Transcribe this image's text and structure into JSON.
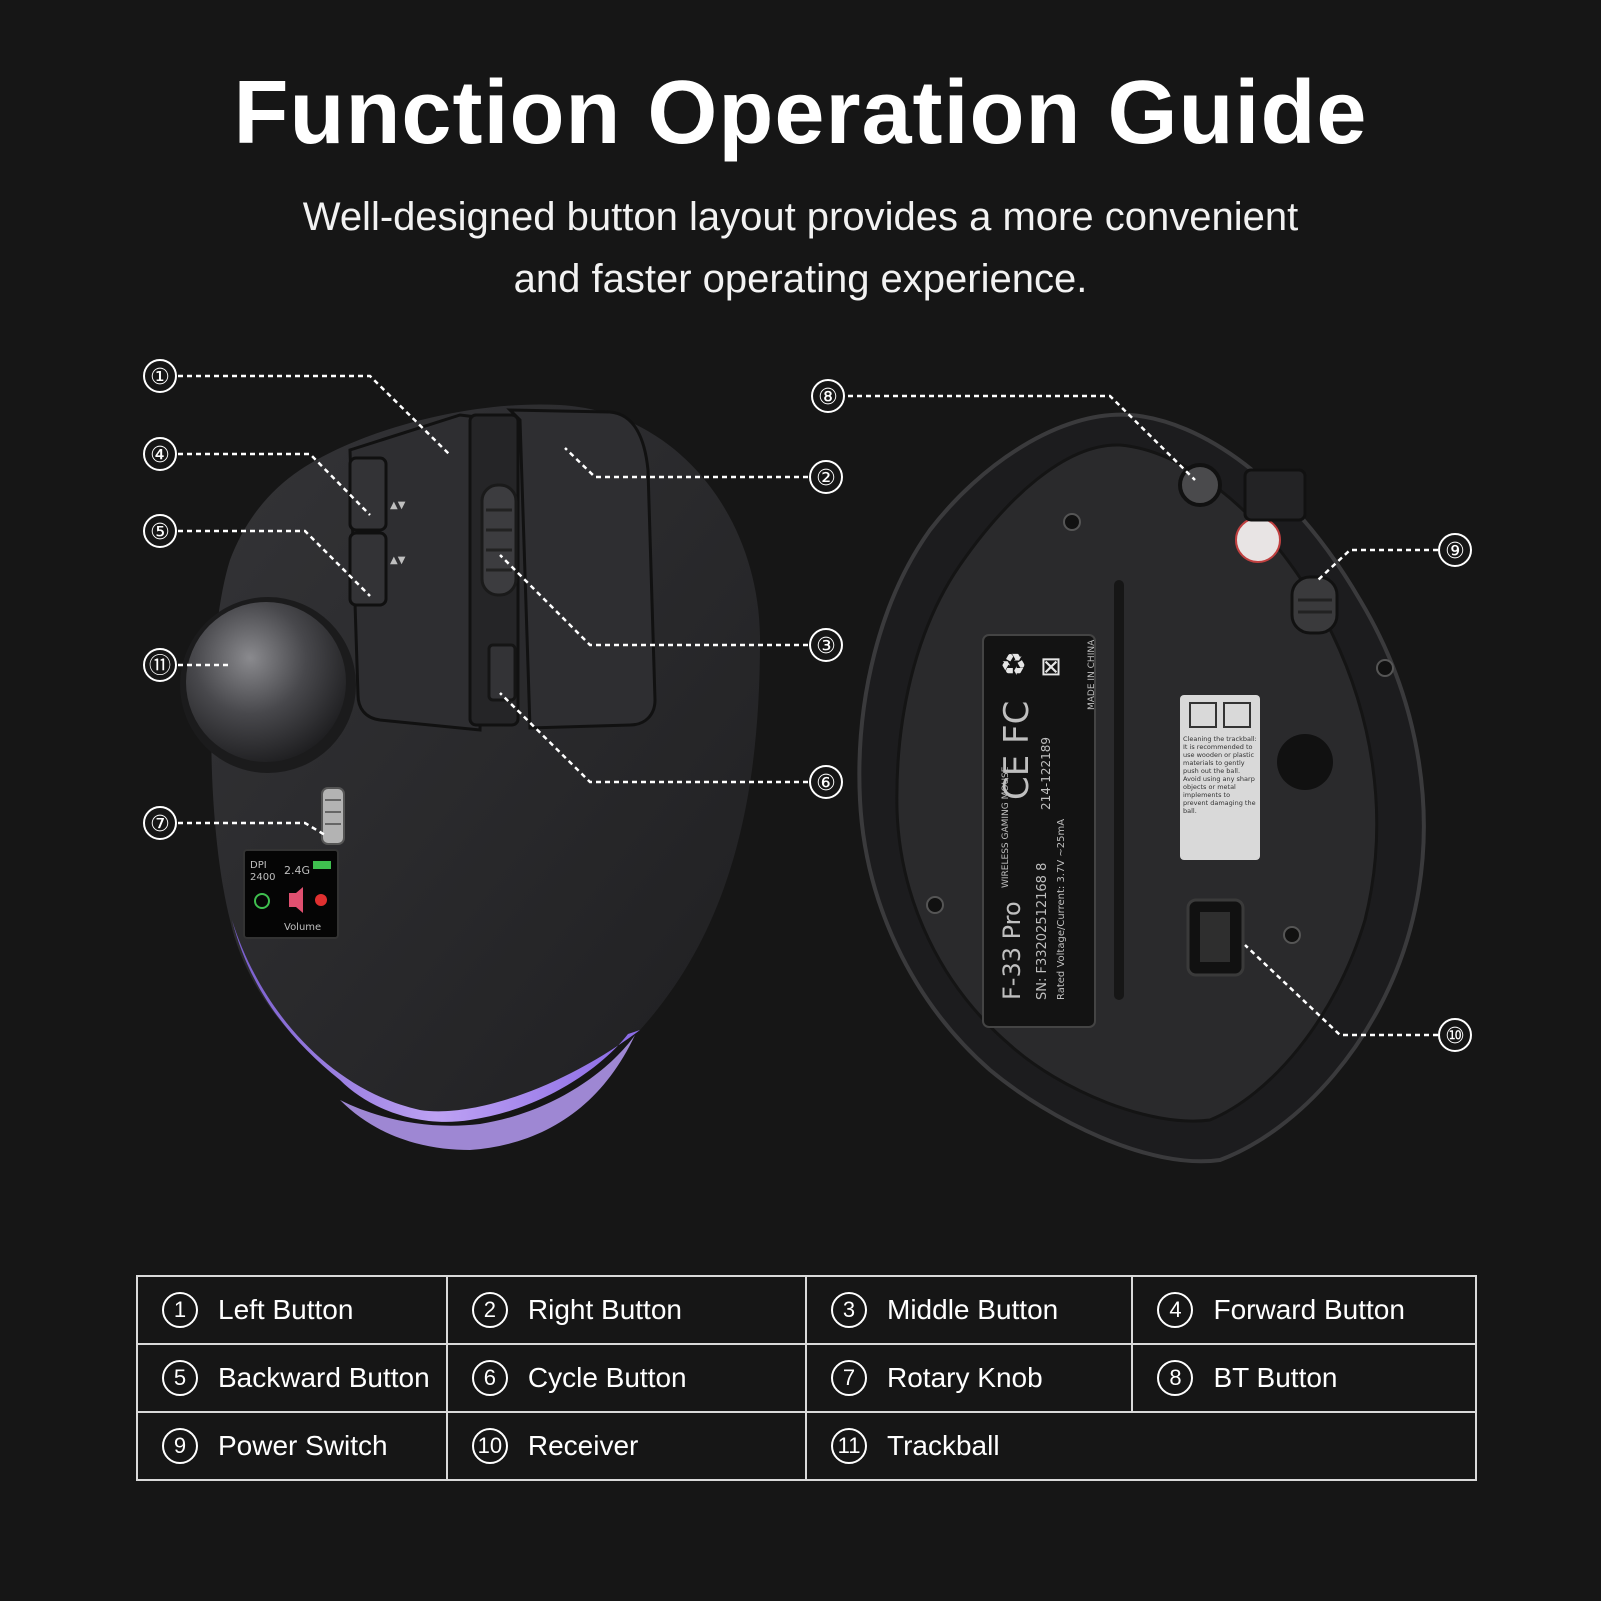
{
  "title": "Function Operation Guide",
  "subtitle": {
    "line1": "Well-designed button layout provides a more convenient",
    "line2": "and faster operating experience."
  },
  "callouts": [
    "①",
    "②",
    "③",
    "④",
    "⑤",
    "⑥",
    "⑦",
    "⑧",
    "⑨",
    "⑩",
    "⑪"
  ],
  "bottom_label": {
    "model": "F-33 Pro",
    "tag": "WIRELESS GAMING MOUSE",
    "serial": "SN: F33202512168 8",
    "rating": "Rated Voltage/Current: 3.7V ~25mA",
    "made_in": "MADE IN CHINA",
    "cert": "214-122189",
    "marks": "CE FC"
  },
  "cleaning_note": "Cleaning the trackball: It is recommended to use wooden or plastic materials to gently push out the ball. Avoid using any sharp objects or metal implements to prevent damaging the ball.",
  "screen": {
    "dpi_label": "DPI",
    "dpi_value": "2400",
    "mode": "2.4G",
    "volume": "Volume"
  },
  "legend": [
    [
      {
        "num": "1",
        "label": "Left Button"
      },
      {
        "num": "2",
        "label": "Right Button"
      },
      {
        "num": "3",
        "label": "Middle Button"
      },
      {
        "num": "4",
        "label": "Forward Button"
      }
    ],
    [
      {
        "num": "5",
        "label": "Backward Button"
      },
      {
        "num": "6",
        "label": "Cycle Button"
      },
      {
        "num": "7",
        "label": "Rotary Knob"
      },
      {
        "num": "8",
        "label": "BT Button"
      }
    ],
    [
      {
        "num": "9",
        "label": "Power Switch"
      },
      {
        "num": "10",
        "label": "Receiver"
      },
      {
        "num": "11",
        "label": "Trackball"
      }
    ]
  ],
  "colors": {
    "background": "#161616",
    "body": "#2b2b2d",
    "glow": "#a77cf0"
  }
}
